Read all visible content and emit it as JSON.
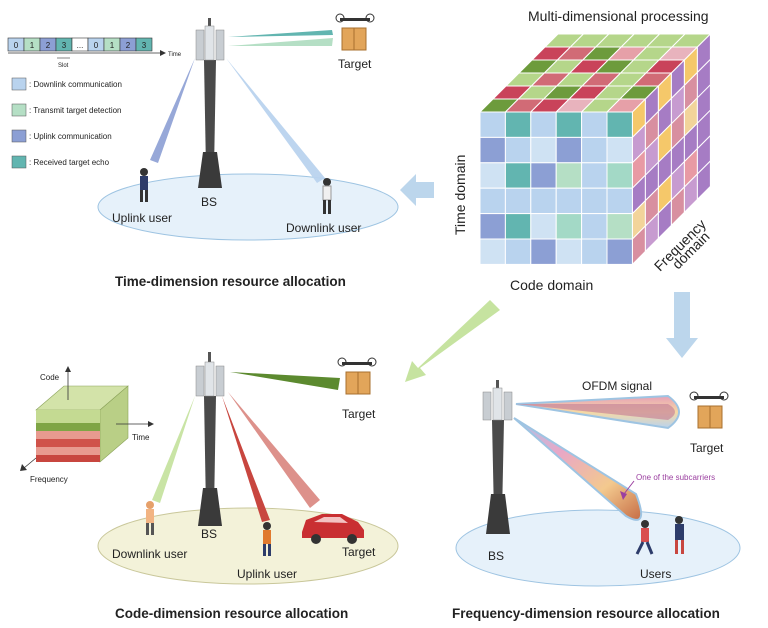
{
  "captions": {
    "multi_dim": "Multi-dimensional processing",
    "time_alloc": "Time-dimension resource allocation",
    "code_alloc": "Code-dimension resource allocation",
    "freq_alloc": "Frequency-dimension resource allocation"
  },
  "cube": {
    "time_axis": "Time domain",
    "code_axis": "Code domain",
    "freq_axis_line1": "Frequency",
    "freq_axis_line2": "domain"
  },
  "time_panel": {
    "slots": [
      "0",
      "1",
      "2",
      "3",
      "...",
      "0",
      "1",
      "2",
      "3"
    ],
    "time_axis": "Time",
    "slot_label": "Slot",
    "legend": [
      {
        "label": ": Downlink communication",
        "color": "#b9d3ee"
      },
      {
        "label": ": Transmit target detection",
        "color": "#b5dfc5"
      },
      {
        "label": ": Uplink communication",
        "color": "#8c9fd4"
      },
      {
        "label": ": Received target echo",
        "color": "#62b5b0"
      }
    ],
    "bs": "BS",
    "target": "Target",
    "uplink_user": "Uplink user",
    "downlink_user": "Downlink user"
  },
  "code_panel": {
    "axis_code": "Code",
    "axis_time": "Time",
    "axis_freq": "Frequency",
    "bs": "BS",
    "target_top": "Target",
    "downlink_user": "Downlink user",
    "uplink_user": "Uplink user",
    "target_car": "Target"
  },
  "freq_panel": {
    "ofdm": "OFDM signal",
    "target": "Target",
    "subcarrier": "One of the subcarriers",
    "bs": "BS",
    "users": "Users"
  },
  "colors": {
    "downlink": "#b9d3ee",
    "target_detect": "#b5dfc5",
    "uplink": "#8c9fd4",
    "echo": "#62b5b0",
    "ellipse_blue": "#e6f1fa",
    "ellipse_yellow": "#f3f2d9",
    "arrow_blue": "#bcd6ec",
    "arrow_green": "#c6e3a0",
    "tower": "#4a4a4a",
    "beam_green": "#5c8a2f",
    "beam_red": "#c8463f",
    "subcarrier": "#9b3fa0"
  }
}
